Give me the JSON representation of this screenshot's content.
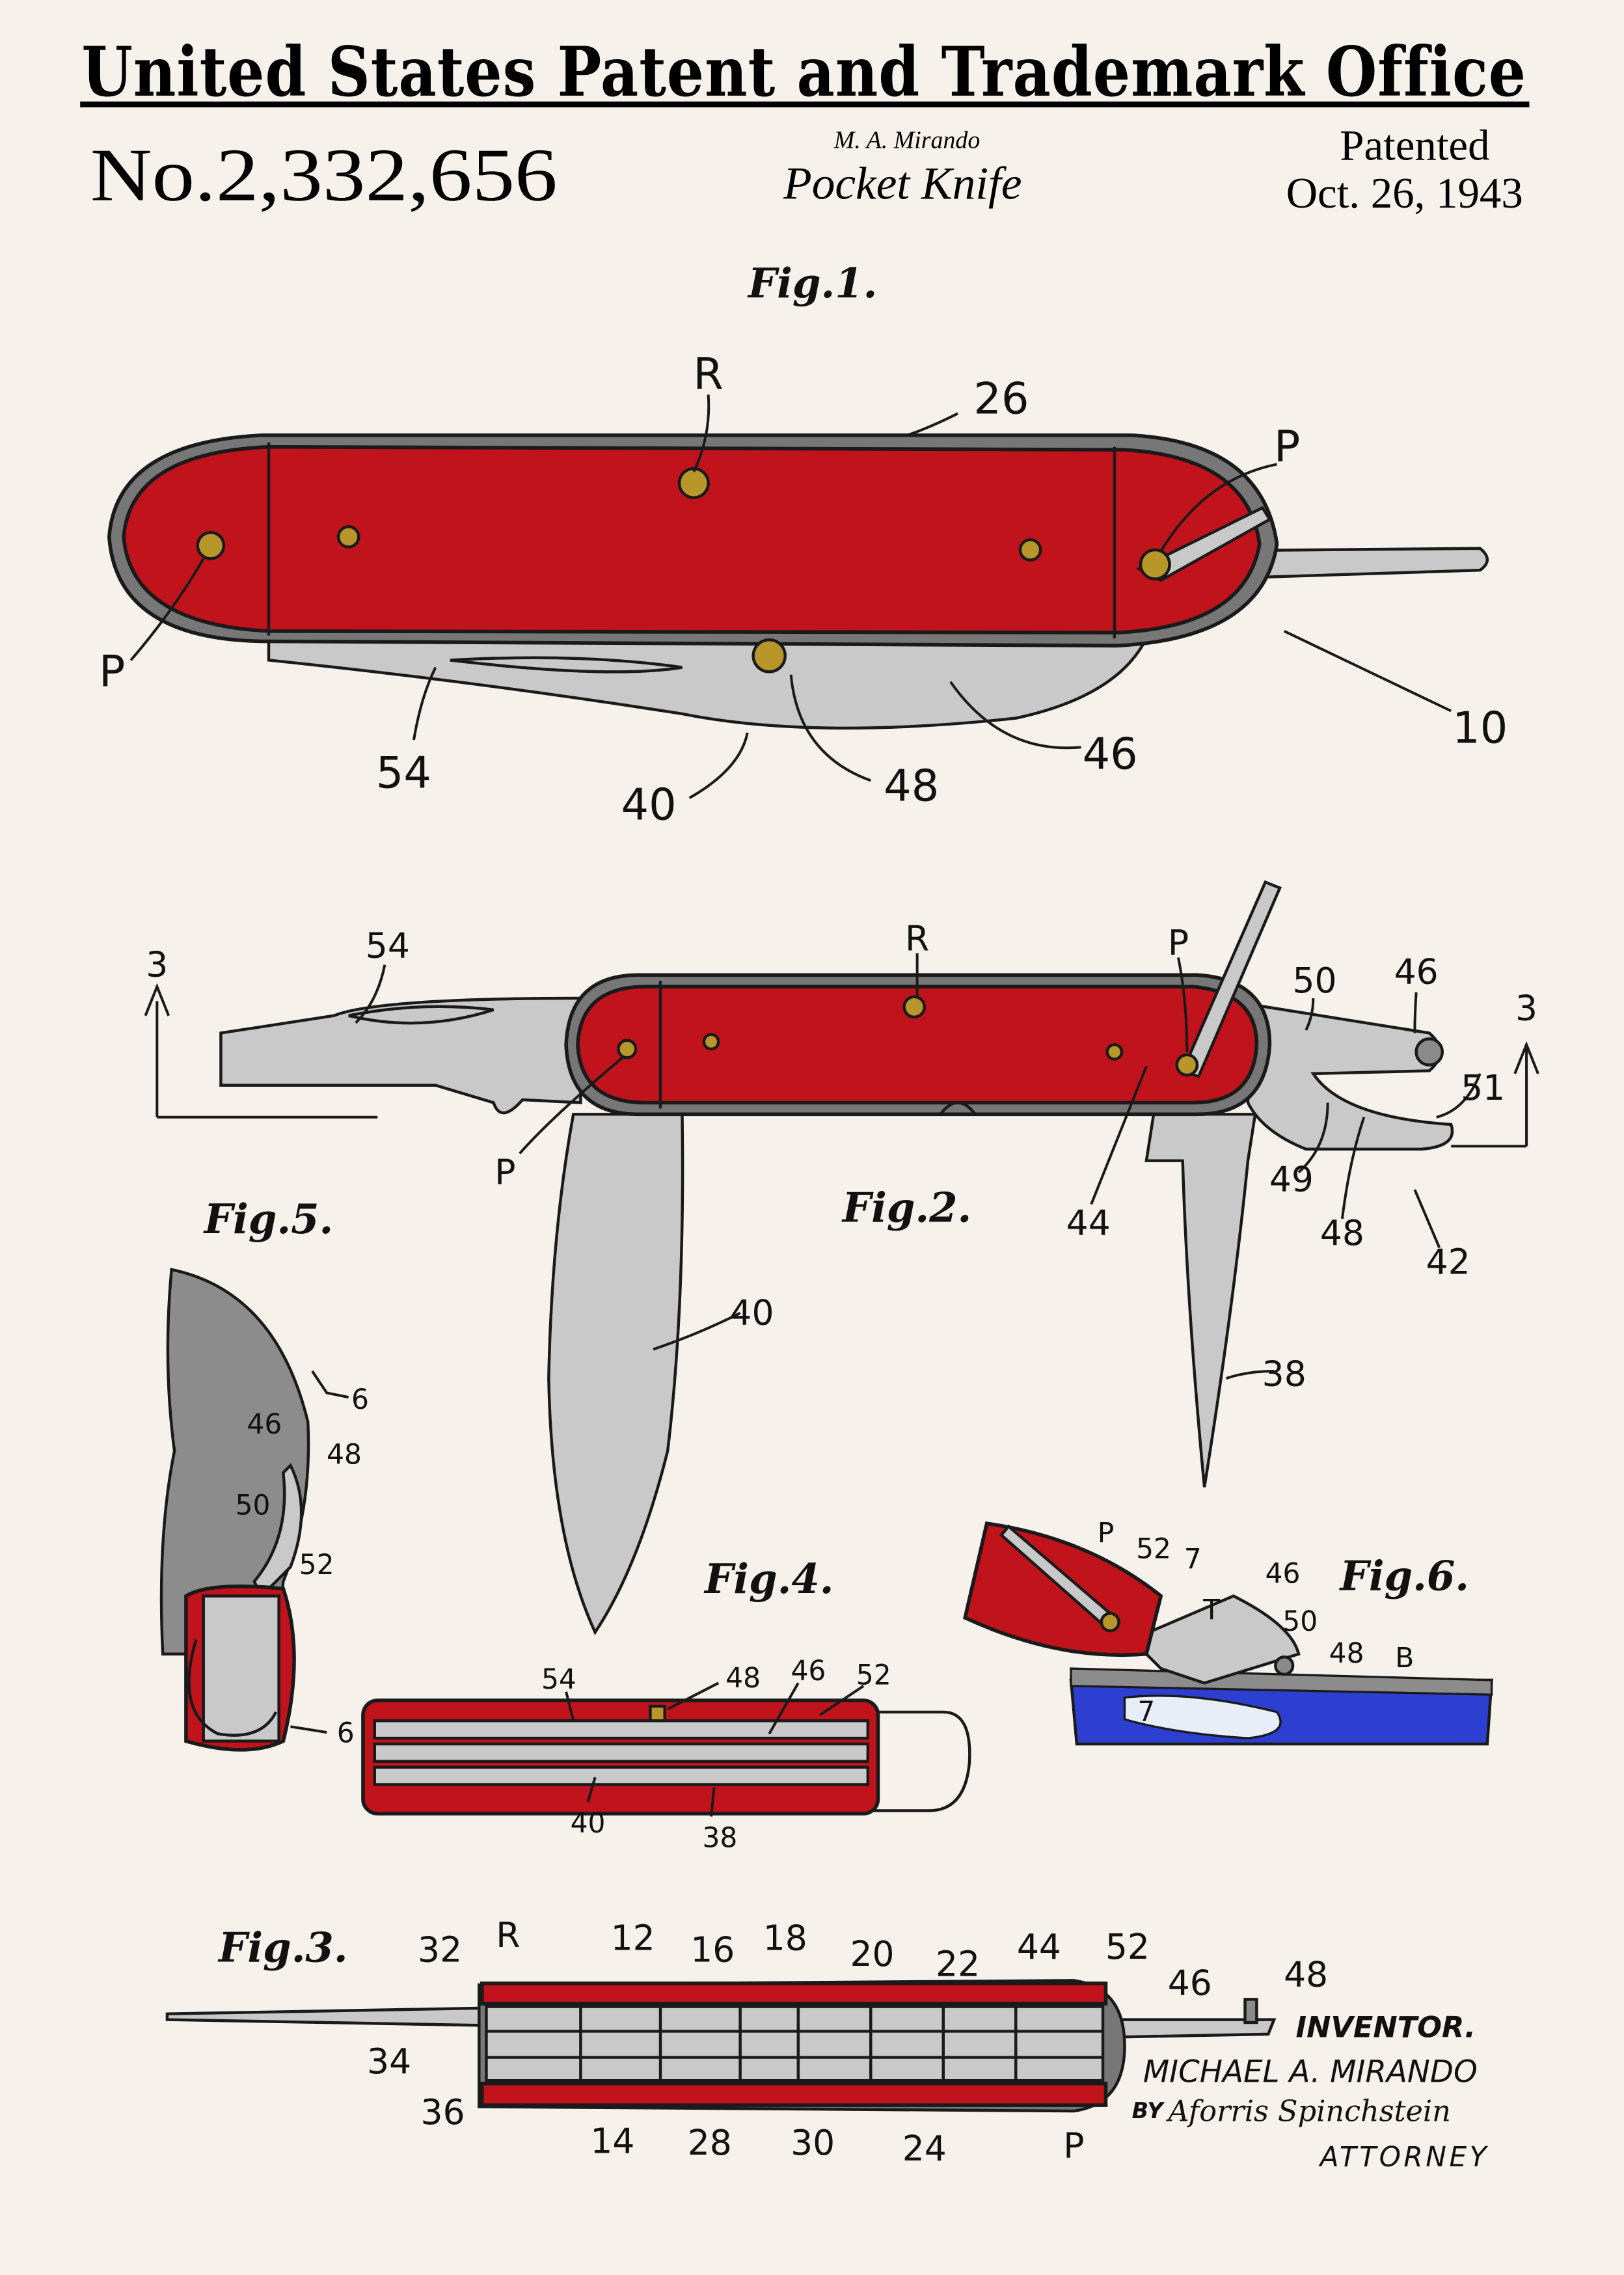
{
  "header": {
    "title": "United States Patent and Trademark Office",
    "patent_number": "No.2,332,656",
    "inventor_short": "M. A. Mirando",
    "invention": "Pocket Knife",
    "patented_label": "Patented",
    "date": "Oct. 26, 1943"
  },
  "colors": {
    "background": "#f6f1ea",
    "handle_red": "#c0131b",
    "steel_gray": "#c9c9c9",
    "pin_gold": "#b8962a",
    "tin_blue": "#2d3fd0"
  },
  "figures": {
    "fig1": {
      "caption": "Fig.1.",
      "labels": [
        "R",
        "26",
        "P",
        "P",
        "10",
        "54",
        "40",
        "48",
        "46"
      ]
    },
    "fig2": {
      "caption": "Fig.2.",
      "labels": [
        "3",
        "54",
        "R",
        "P",
        "50",
        "46",
        "3",
        "51",
        "P",
        "44",
        "49",
        "48",
        "42",
        "40",
        "38"
      ]
    },
    "fig5": {
      "caption": "Fig.5.",
      "labels": [
        "6",
        "46",
        "48",
        "50",
        "52",
        "6"
      ]
    },
    "fig4": {
      "caption": "Fig.4.",
      "labels": [
        "54",
        "48",
        "46",
        "52",
        "40",
        "38"
      ]
    },
    "fig6": {
      "caption": "Fig.6.",
      "labels": [
        "P",
        "52",
        "7",
        "46",
        "T",
        "50",
        "48",
        "B",
        "7"
      ]
    },
    "fig3": {
      "caption": "Fig.3.",
      "labels": [
        "32",
        "R",
        "12",
        "16",
        "18",
        "20",
        "22",
        "44",
        "52",
        "46",
        "48",
        "34",
        "36",
        "14",
        "28",
        "30",
        "24",
        "P"
      ]
    }
  },
  "signature": {
    "inventor_heading": "INVENTOR.",
    "inventor_name": "MICHAEL A. MIRANDO",
    "by": "BY",
    "attorney_signature": "Aforris Spinchstein",
    "attorney_label": "ATTORNEY"
  }
}
